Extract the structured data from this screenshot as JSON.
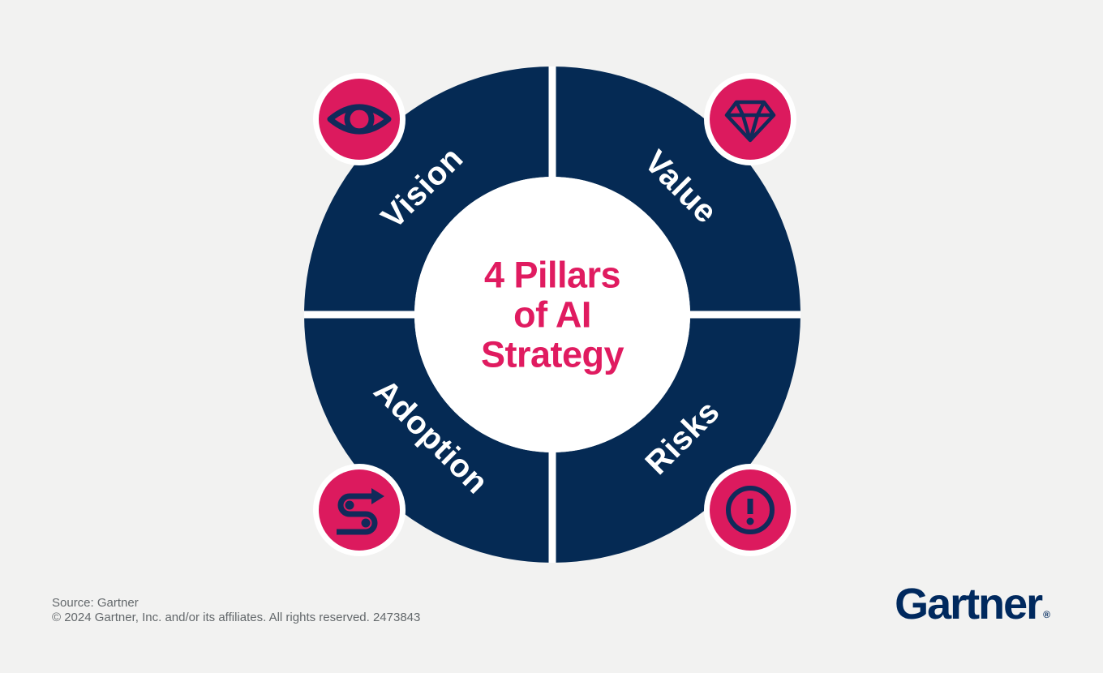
{
  "title": "4 Pillars of AI Strategy infographic",
  "colors": {
    "background": "#F2F2F1",
    "ring_navy": "#052A54",
    "badge_pink": "#DC1A5E",
    "icon_navy": "#112A5A",
    "center_text_pink": "#E01B60",
    "label_white": "#FFFFFF",
    "footer_gray": "#63686B",
    "logo_navy": "#00295E"
  },
  "center": {
    "title": "4 Pillars\nof AI\nStrategy"
  },
  "pillars": [
    {
      "label": "Vision",
      "icon": "eye-icon"
    },
    {
      "label": "Value",
      "icon": "diamond-icon"
    },
    {
      "label": "Adoption",
      "icon": "winding-arrow-icon"
    },
    {
      "label": "Risks",
      "icon": "exclamation-icon"
    }
  ],
  "footer": {
    "source": "Source: Gartner",
    "copyright": "© 2024 Gartner, Inc. and/or its affiliates. All rights reserved. 2473843",
    "logo_text": "Gartner",
    "registered_mark": "®"
  }
}
